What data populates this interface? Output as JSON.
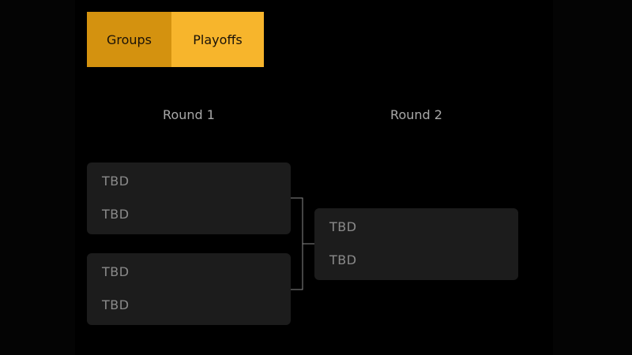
{
  "tabs": [
    {
      "label": "Groups"
    },
    {
      "label": "Playoffs"
    }
  ],
  "rounds": [
    {
      "title": "Round 1"
    },
    {
      "title": "Round 2"
    }
  ],
  "matches": [
    {
      "team_a": "TBD",
      "team_b": "TBD"
    },
    {
      "team_a": "TBD",
      "team_b": "TBD"
    },
    {
      "team_a": "TBD",
      "team_b": "TBD"
    }
  ],
  "colors": {
    "tab_groups": "#d4920f",
    "tab_playoffs": "#f7b52c",
    "match_bg": "#1c1c1c",
    "connector": "#8a8a8a"
  }
}
